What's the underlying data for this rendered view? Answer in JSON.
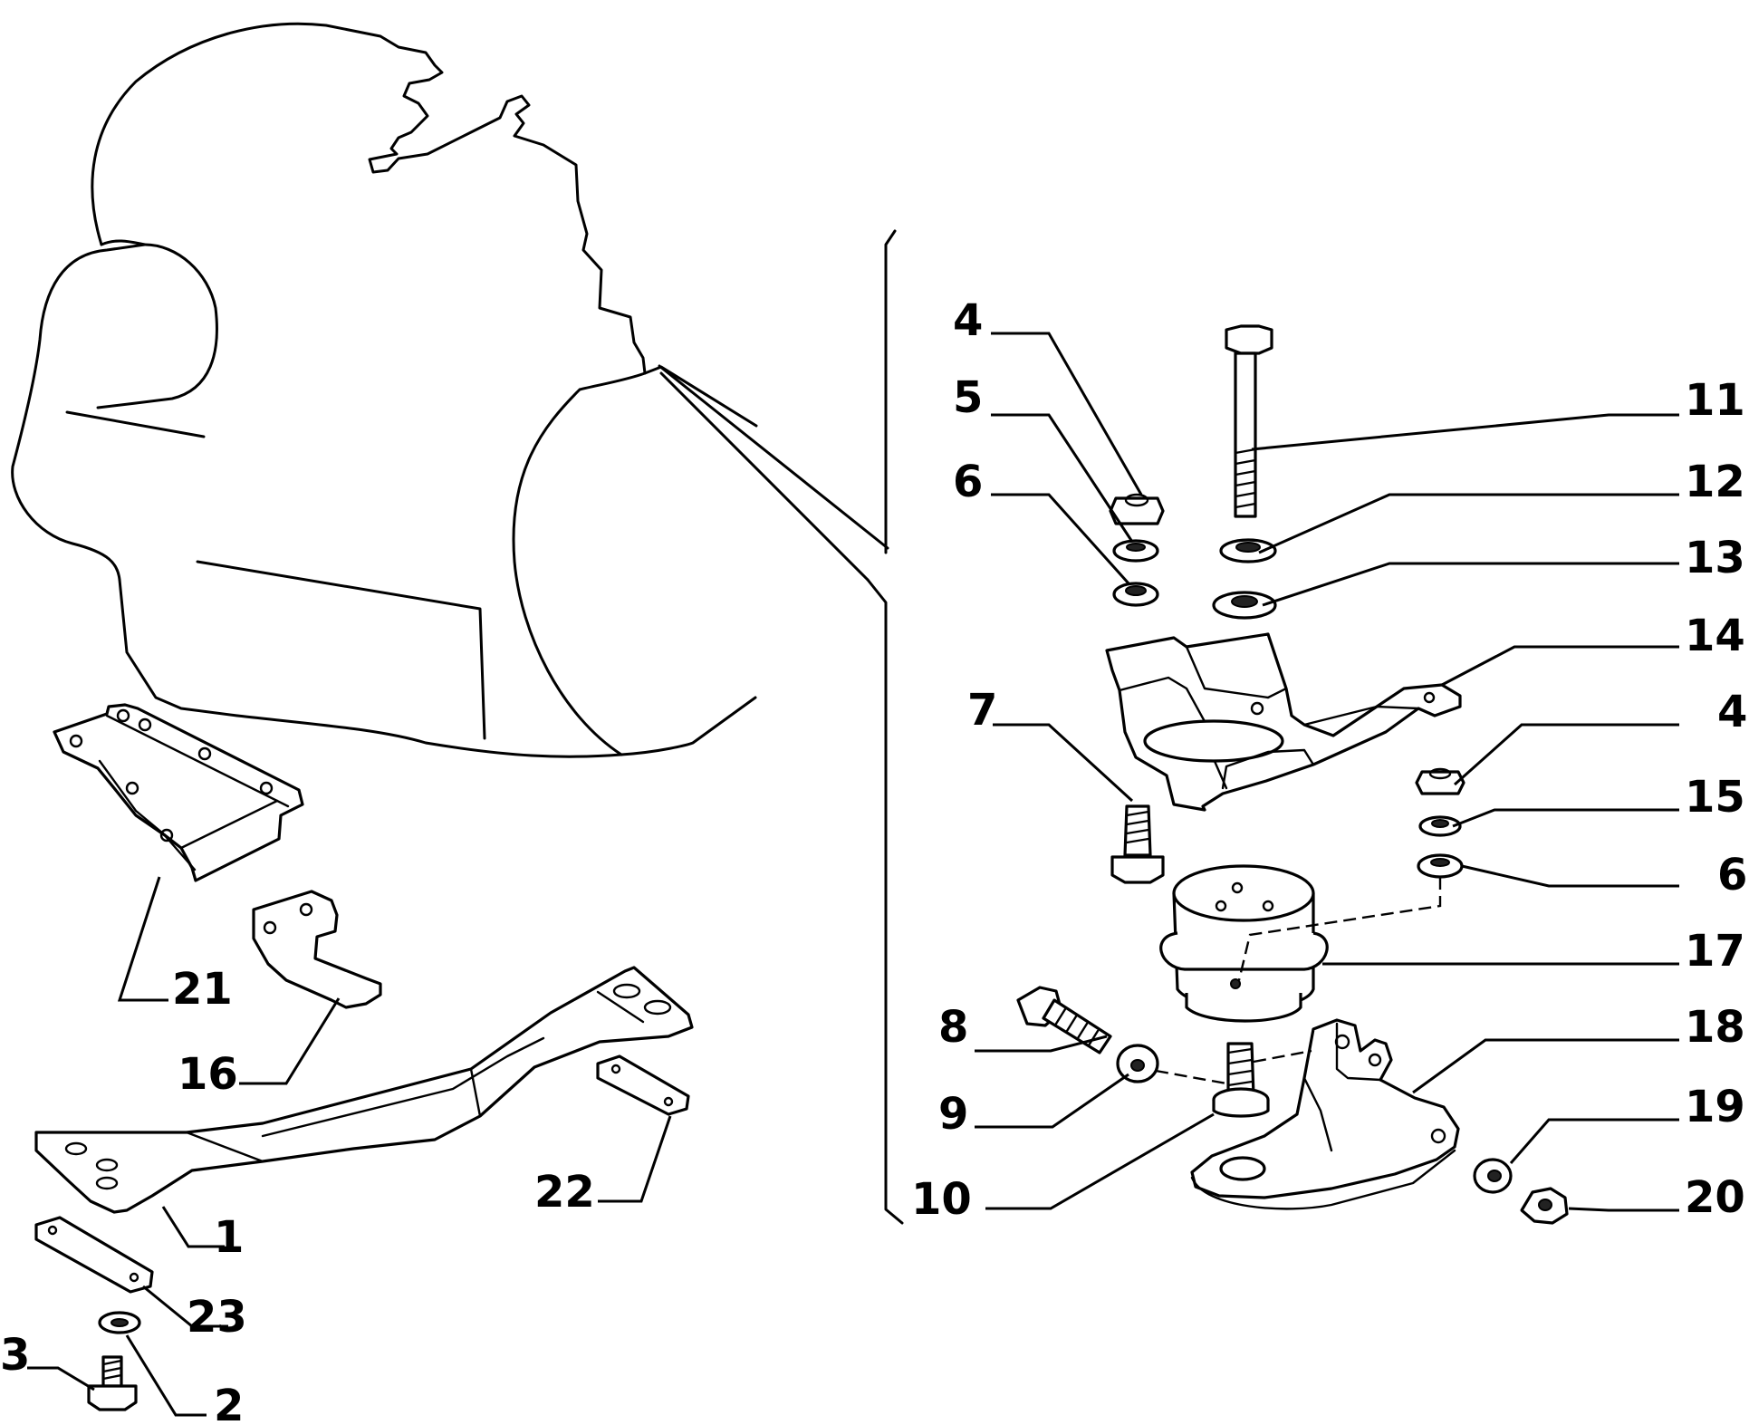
{
  "callouts": {
    "c1": "1",
    "c2": "2",
    "c3": "3",
    "c4a": "4",
    "c4b": "4",
    "c5": "5",
    "c6a": "6",
    "c6b": "6",
    "c7": "7",
    "c8": "8",
    "c9": "9",
    "c10": "10",
    "c11": "11",
    "c12": "12",
    "c13": "13",
    "c14": "14",
    "c15": "15",
    "c16": "16",
    "c17": "17",
    "c18": "18",
    "c19": "19",
    "c20": "20",
    "c21": "21",
    "c22": "22",
    "c23": "23"
  }
}
